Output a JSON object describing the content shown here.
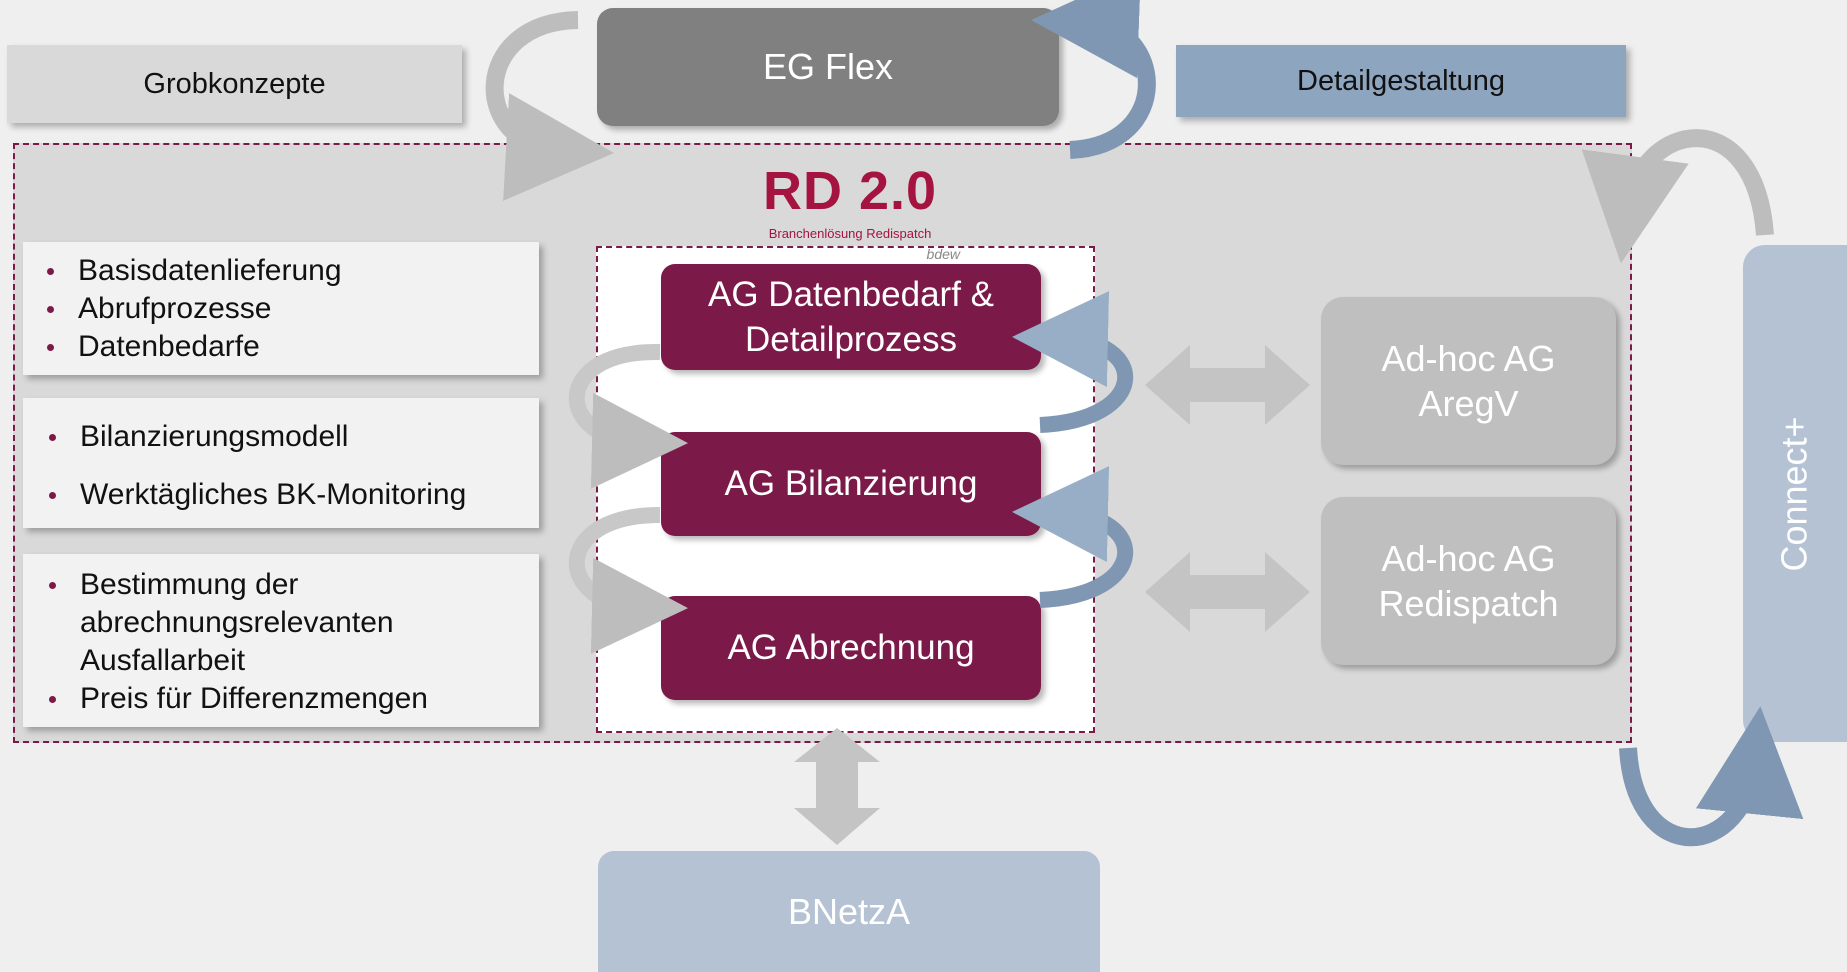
{
  "top": {
    "left_label": "Grobkonzepte",
    "center_label": "EG Flex",
    "right_label": "Detailgestaltung"
  },
  "logo": {
    "title": "RD 2.0",
    "subtitle": "Branchenlösung Redispatch",
    "badge": "bdew"
  },
  "workgroups": [
    {
      "label_line1": "AG Datenbedarf &",
      "label_line2": "Detailprozess"
    },
    {
      "label": "AG Bilanzierung"
    },
    {
      "label": "AG Abrechnung"
    }
  ],
  "adhoc": [
    {
      "line1": "Ad-hoc AG",
      "line2": "AregV"
    },
    {
      "line1": "Ad-hoc AG",
      "line2": "Redispatch"
    }
  ],
  "side_label": "Connect+",
  "bottom_label": "BNetzA",
  "bullet_groups": [
    {
      "items": [
        "Basisdatenlieferung",
        "Abrufprozesse",
        "Datenbedarfe"
      ]
    },
    {
      "items": [
        "Bilanzierungsmodell",
        "Werktägliches BK-Monitoring"
      ]
    },
    {
      "items": [
        "Bestimmung der",
        "abrechnungsrelevanten",
        "Ausfallarbeit",
        "Preis für Differenzmengen"
      ]
    }
  ],
  "colors": {
    "accent": "#7b1a49",
    "dark_gray": "#808080",
    "light_blue": "#8ea5bf",
    "pale_blue": "#b4c2d3",
    "gray_box": "#bfbfbf",
    "arrow_gray": "#bdbdbd",
    "arrow_blue": "#7f97b2"
  }
}
